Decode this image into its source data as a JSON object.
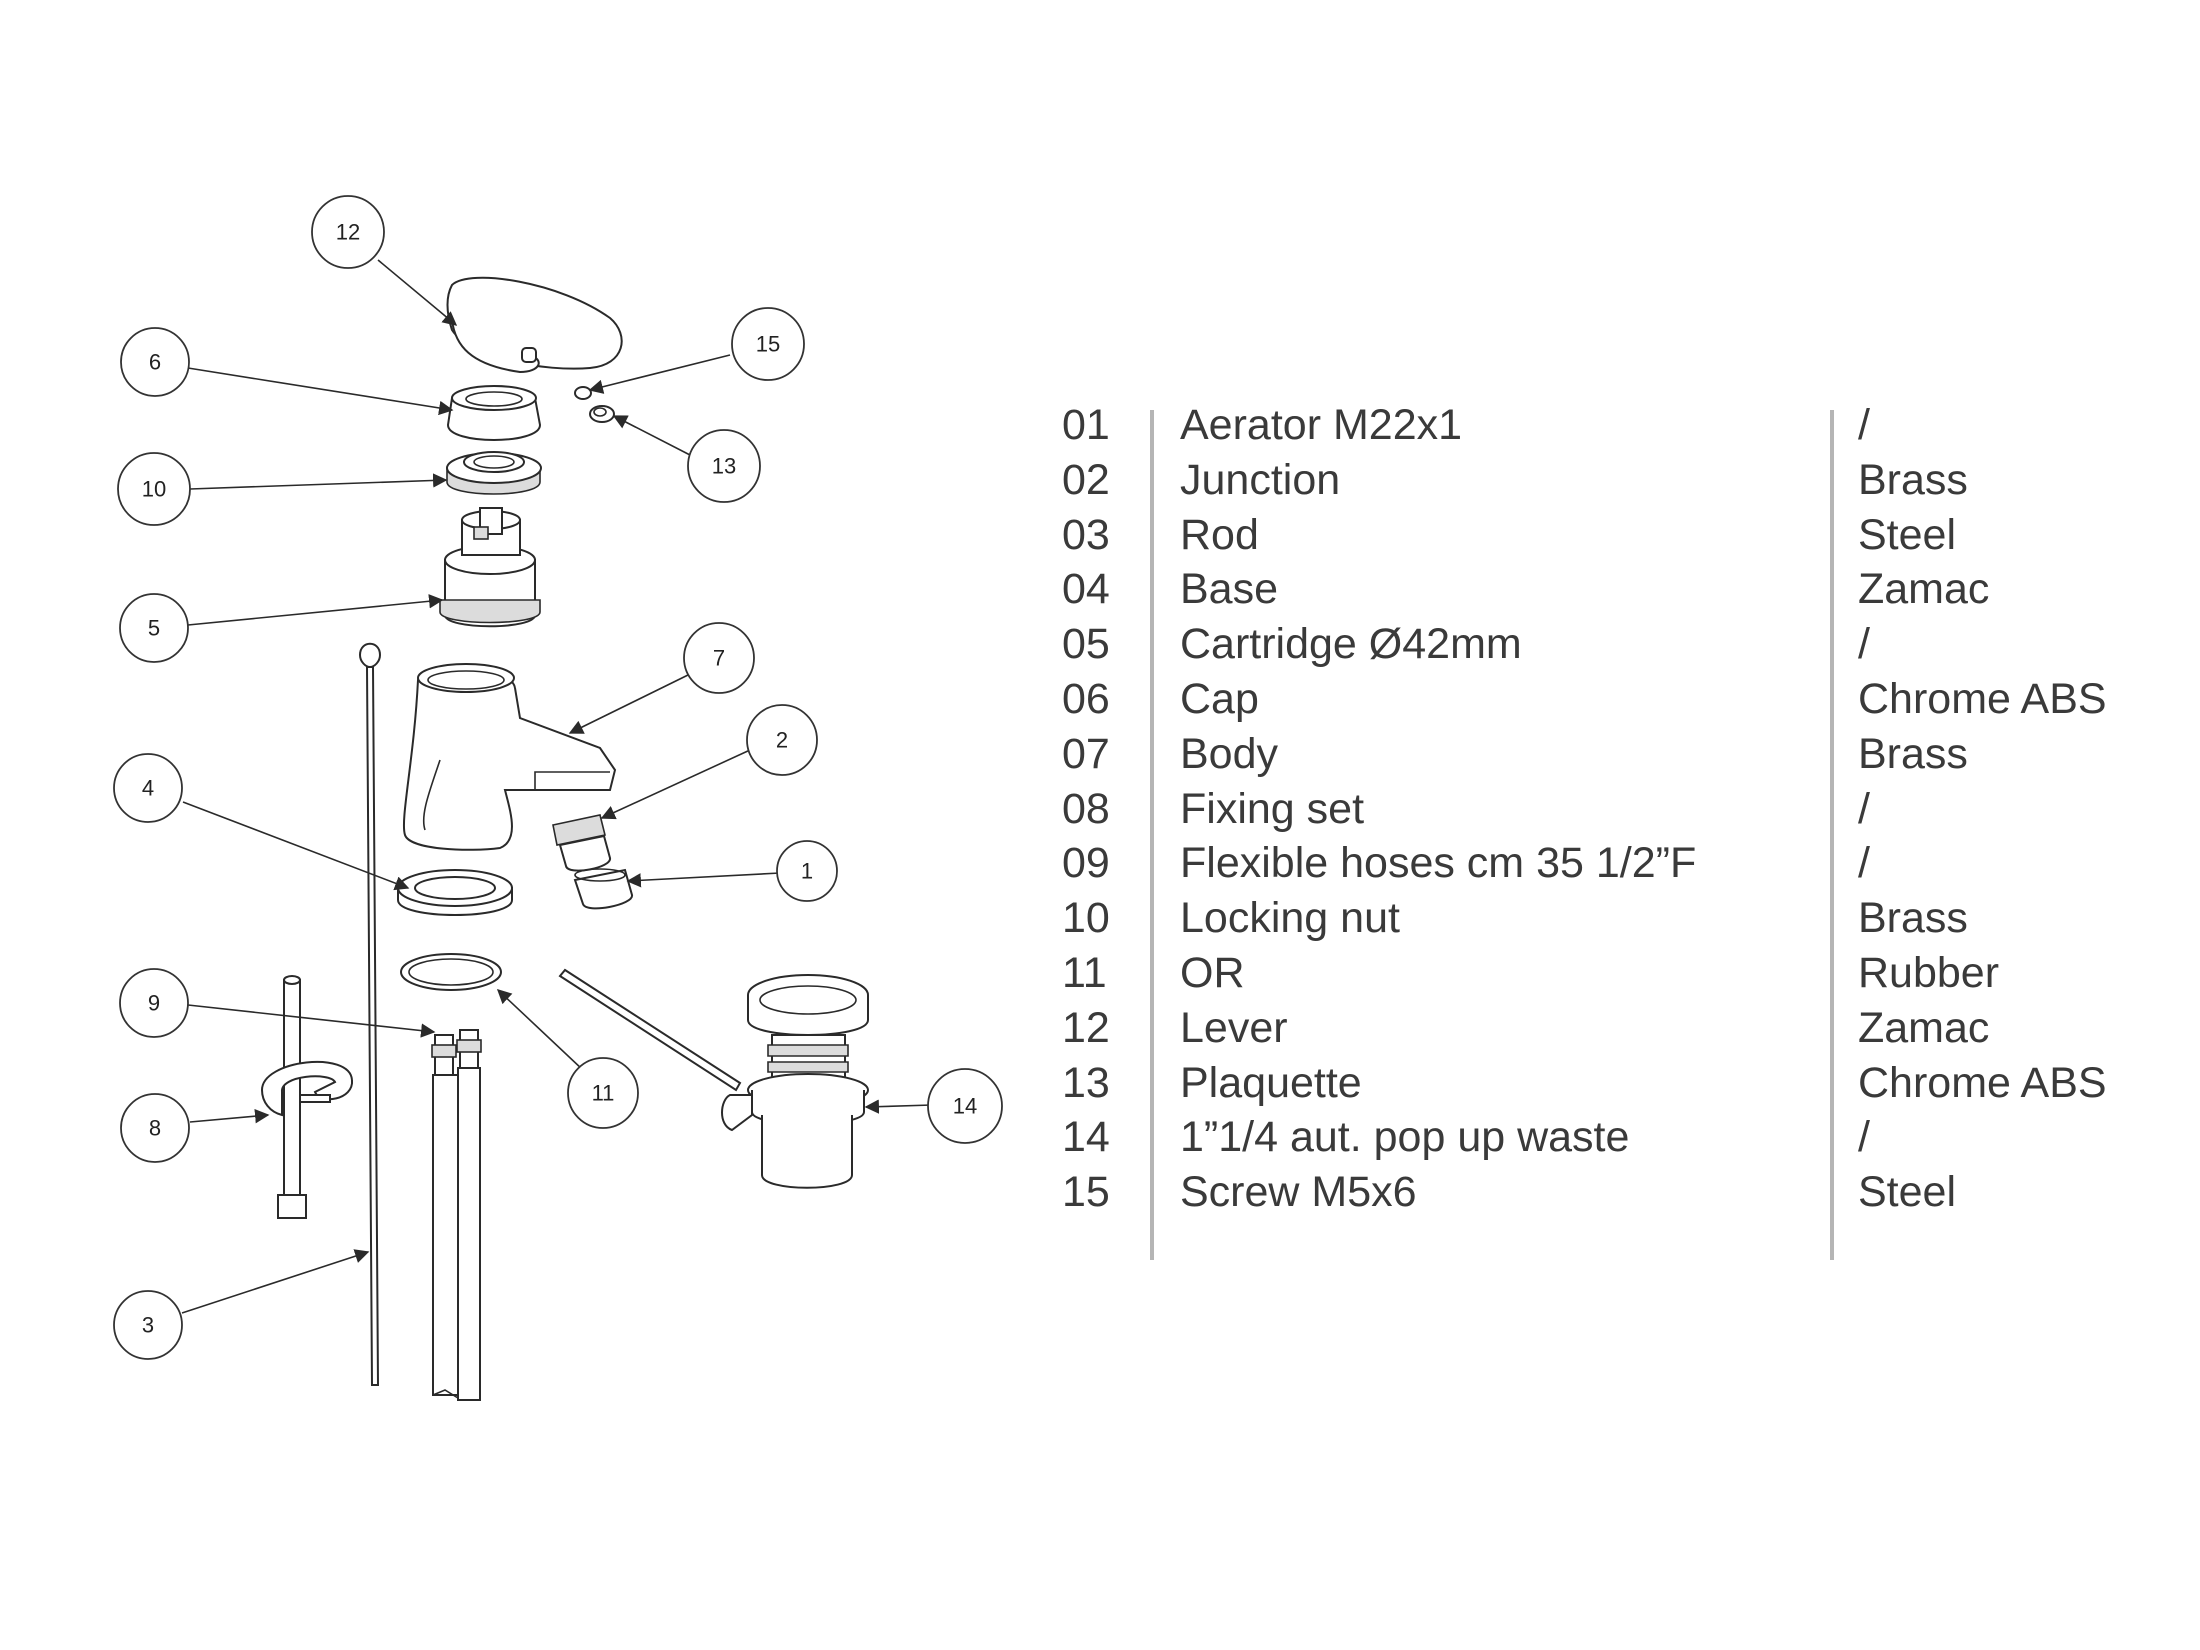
{
  "callouts": [
    {
      "id": "1",
      "label": "1"
    },
    {
      "id": "2",
      "label": "2"
    },
    {
      "id": "3",
      "label": "3"
    },
    {
      "id": "4",
      "label": "4"
    },
    {
      "id": "5",
      "label": "5"
    },
    {
      "id": "6",
      "label": "6"
    },
    {
      "id": "7",
      "label": "7"
    },
    {
      "id": "8",
      "label": "8"
    },
    {
      "id": "9",
      "label": "9"
    },
    {
      "id": "10",
      "label": "10"
    },
    {
      "id": "11",
      "label": "11"
    },
    {
      "id": "12",
      "label": "12"
    },
    {
      "id": "13",
      "label": "13"
    },
    {
      "id": "14",
      "label": "14"
    },
    {
      "id": "15",
      "label": "15"
    }
  ],
  "parts": [
    {
      "num": "01",
      "desc": "Aerator M22x1",
      "mat": "/"
    },
    {
      "num": "02",
      "desc": "Junction",
      "mat": "Brass"
    },
    {
      "num": "03",
      "desc": "Rod",
      "mat": "Steel"
    },
    {
      "num": "04",
      "desc": "Base",
      "mat": "Zamac"
    },
    {
      "num": "05",
      "desc": "Cartridge Ø42mm",
      "mat": "/"
    },
    {
      "num": "06",
      "desc": "Cap",
      "mat": "Chrome ABS"
    },
    {
      "num": "07",
      "desc": "Body",
      "mat": "Brass"
    },
    {
      "num": "08",
      "desc": "Fixing set",
      "mat": "/"
    },
    {
      "num": "09",
      "desc": "Flexible hoses cm 35 1/2”F",
      "mat": "/"
    },
    {
      "num": "10",
      "desc": "Locking nut",
      "mat": "Brass"
    },
    {
      "num": "11",
      "desc": "OR",
      "mat": "Rubber"
    },
    {
      "num": "12",
      "desc": "Lever",
      "mat": "Zamac"
    },
    {
      "num": "13",
      "desc": "Plaquette",
      "mat": "Chrome ABS"
    },
    {
      "num": "14",
      "desc": "1”1/4 aut. pop up waste",
      "mat": "/"
    },
    {
      "num": "15",
      "desc": "Screw M5x6",
      "mat": "Steel"
    }
  ]
}
